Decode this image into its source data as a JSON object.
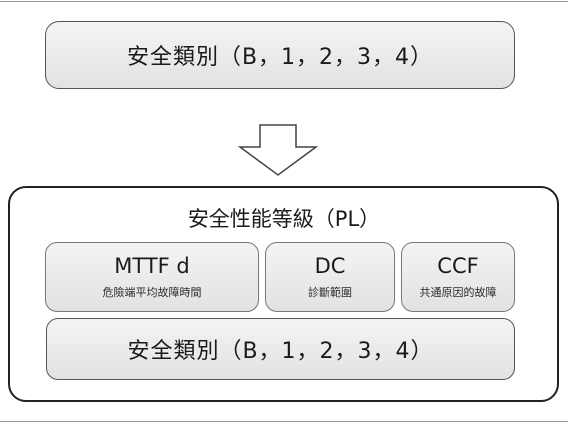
{
  "diagram": {
    "top_box": {
      "label": "安全類別（B，1，2，3，4）"
    },
    "pl_panel": {
      "title": "安全性能等級（PL）",
      "factors": [
        {
          "name": "MTTF d",
          "description": "危險端平均故障時間"
        },
        {
          "name": "DC",
          "description": "診斷範圍"
        },
        {
          "name": "CCF",
          "description": "共通原因的故障"
        }
      ],
      "bottom_box": {
        "label": "安全類別（B，1，2，3，4）"
      }
    }
  },
  "colors": {
    "box_fill_top": "#f4f4f4",
    "box_fill_bottom": "#e2e2e2",
    "box_border": "#555555",
    "panel_border": "#222222",
    "arrow_fill": "#ffffff",
    "arrow_stroke": "#444444"
  },
  "icons": {
    "arrow": "down-arrow-icon"
  }
}
